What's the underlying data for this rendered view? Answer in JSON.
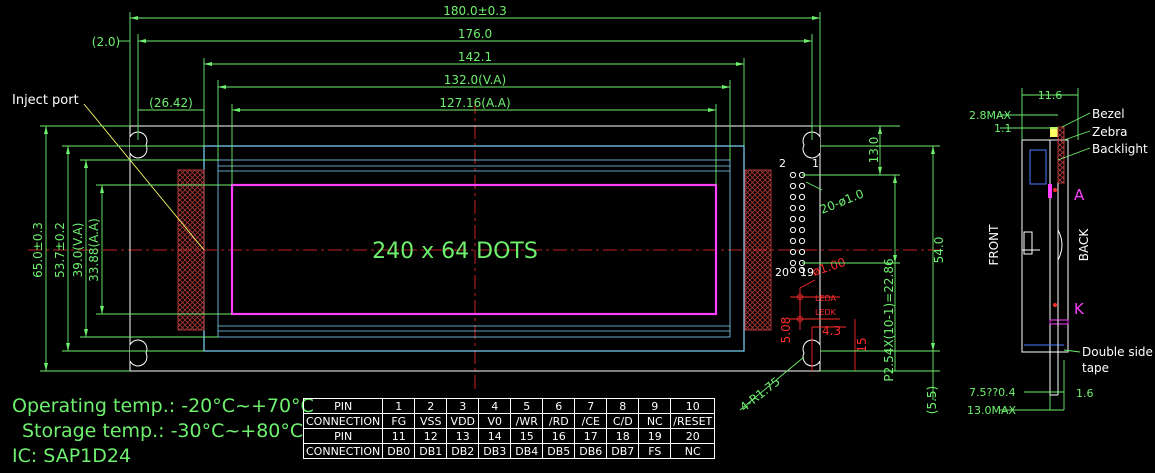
{
  "dimensions": {
    "overall_width": "180.0±0.3",
    "mount_hole_offset": "(2.0)",
    "hole_pitch": "176.0",
    "bezel_width": "142.1",
    "view_area_width": "132.0(V.A)",
    "active_area_width": "127.16(A.A)",
    "left_offset": "(26.42)",
    "overall_height": "65.0±0.3",
    "bezel_height": "53.7±0.2",
    "view_area_height": "39.0(V.A)",
    "active_area_height": "33.88(A.A)",
    "top_margin": "13.0",
    "pin_span": "54.0",
    "pin_pitch_total": "P2.54X(10-1)=22.86",
    "bottom_margin": "(5.5)",
    "hole_radius": "4-R1.75",
    "pad_hole_dia": "20-ø1.0",
    "led_hole_dia": "ø1.00",
    "led_spacing": "4.3",
    "led_offset": "5.08",
    "led_height": "15"
  },
  "labels": {
    "inject_port": "Inject port",
    "display_text": "240 x 64 DOTS",
    "pin_2": "2",
    "pin_1": "1",
    "pin_20": "20",
    "pin_19": "19",
    "leda": "LEDA",
    "ledk": "LEDK"
  },
  "side_view": {
    "total_thickness": "11.6",
    "max_thickness": "2.8MAX",
    "bezel_gap": "1.1",
    "bezel": "Bezel",
    "zebra": "Zebra",
    "backlight": "Backlight",
    "anode": "A",
    "cathode": "K",
    "front": "FRONT",
    "back": "BACK",
    "tape_line1": "Double side",
    "tape_line2": "tape",
    "bottom_dim": "7.5??0.4",
    "bottom_max": "13.0MAX",
    "pin_len": "1.6"
  },
  "notes": {
    "operating": "Operating temp.: -20°C~+70°C",
    "storage": "Storage temp.: -30°C~+80°C",
    "ic": "IC: SAP1D24"
  },
  "pin_table": {
    "row1_label": "PIN",
    "row1": [
      "1",
      "2",
      "3",
      "4",
      "5",
      "6",
      "7",
      "8",
      "9",
      "10"
    ],
    "row2_label": "CONNECTION",
    "row2": [
      "FG",
      "VSS",
      "VDD",
      "V0",
      "/WR",
      "/RD",
      "/CE",
      "C/D",
      "NC",
      "/RESET"
    ],
    "row3_label": "PIN",
    "row3": [
      "11",
      "12",
      "13",
      "14",
      "15",
      "16",
      "17",
      "18",
      "19",
      "20"
    ],
    "row4_label": "CONNECTION",
    "row4": [
      "DB0",
      "DB1",
      "DB2",
      "DB3",
      "DB4",
      "DB5",
      "DB6",
      "DB7",
      "FS",
      "NC"
    ]
  },
  "colors": {
    "background": "#000000",
    "dimension": "#6ef06e",
    "outline": "#ffffff",
    "bezel": "#7fd8ff",
    "active_area": "#ff40ff",
    "centerline": "#ff2a2a",
    "zebra": "#a03030",
    "bezel_fill": "#ffff66"
  }
}
